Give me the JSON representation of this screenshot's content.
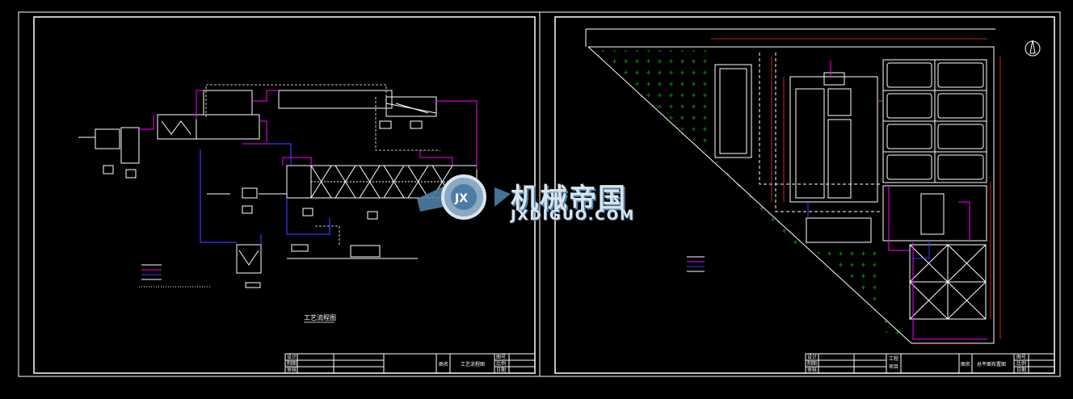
{
  "left_sheet": {
    "title": "工艺流程图",
    "title_block": {
      "cells": [
        "设计",
        "制图",
        "审核",
        "图名",
        "工艺流程图",
        "图号",
        "比例",
        "日期"
      ]
    }
  },
  "right_sheet": {
    "title_block": {
      "cells": [
        "设计",
        "制图",
        "审核",
        "工程",
        "项目",
        "图名",
        "总平面布置图",
        "图号",
        "比例",
        "日期"
      ]
    }
  },
  "watermark": {
    "name": "机械帝国",
    "site": "JXDIGUO.COM",
    "logo_letters": "JX"
  },
  "colors": {
    "line_white": "#ffffff",
    "pipe_magenta": "#ff00ff",
    "pipe_blue": "#3a3aff",
    "hatch_green": "#00d200",
    "dim_red": "#ff3030",
    "label_green": "#20ff20",
    "watermark_blue": "#4d7da5"
  }
}
